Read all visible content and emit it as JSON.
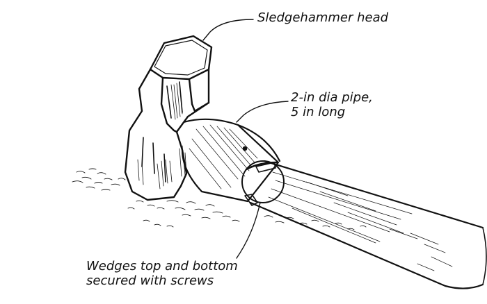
{
  "labels": {
    "head": "Sledgehammer head",
    "pipe_line1": "2-in dia pipe,",
    "pipe_line2": "5 in long",
    "wedge_line1": "Wedges top and bottom",
    "wedge_line2": "secured with screws"
  },
  "colors": {
    "ink": "#111111",
    "background": "#ffffff"
  }
}
